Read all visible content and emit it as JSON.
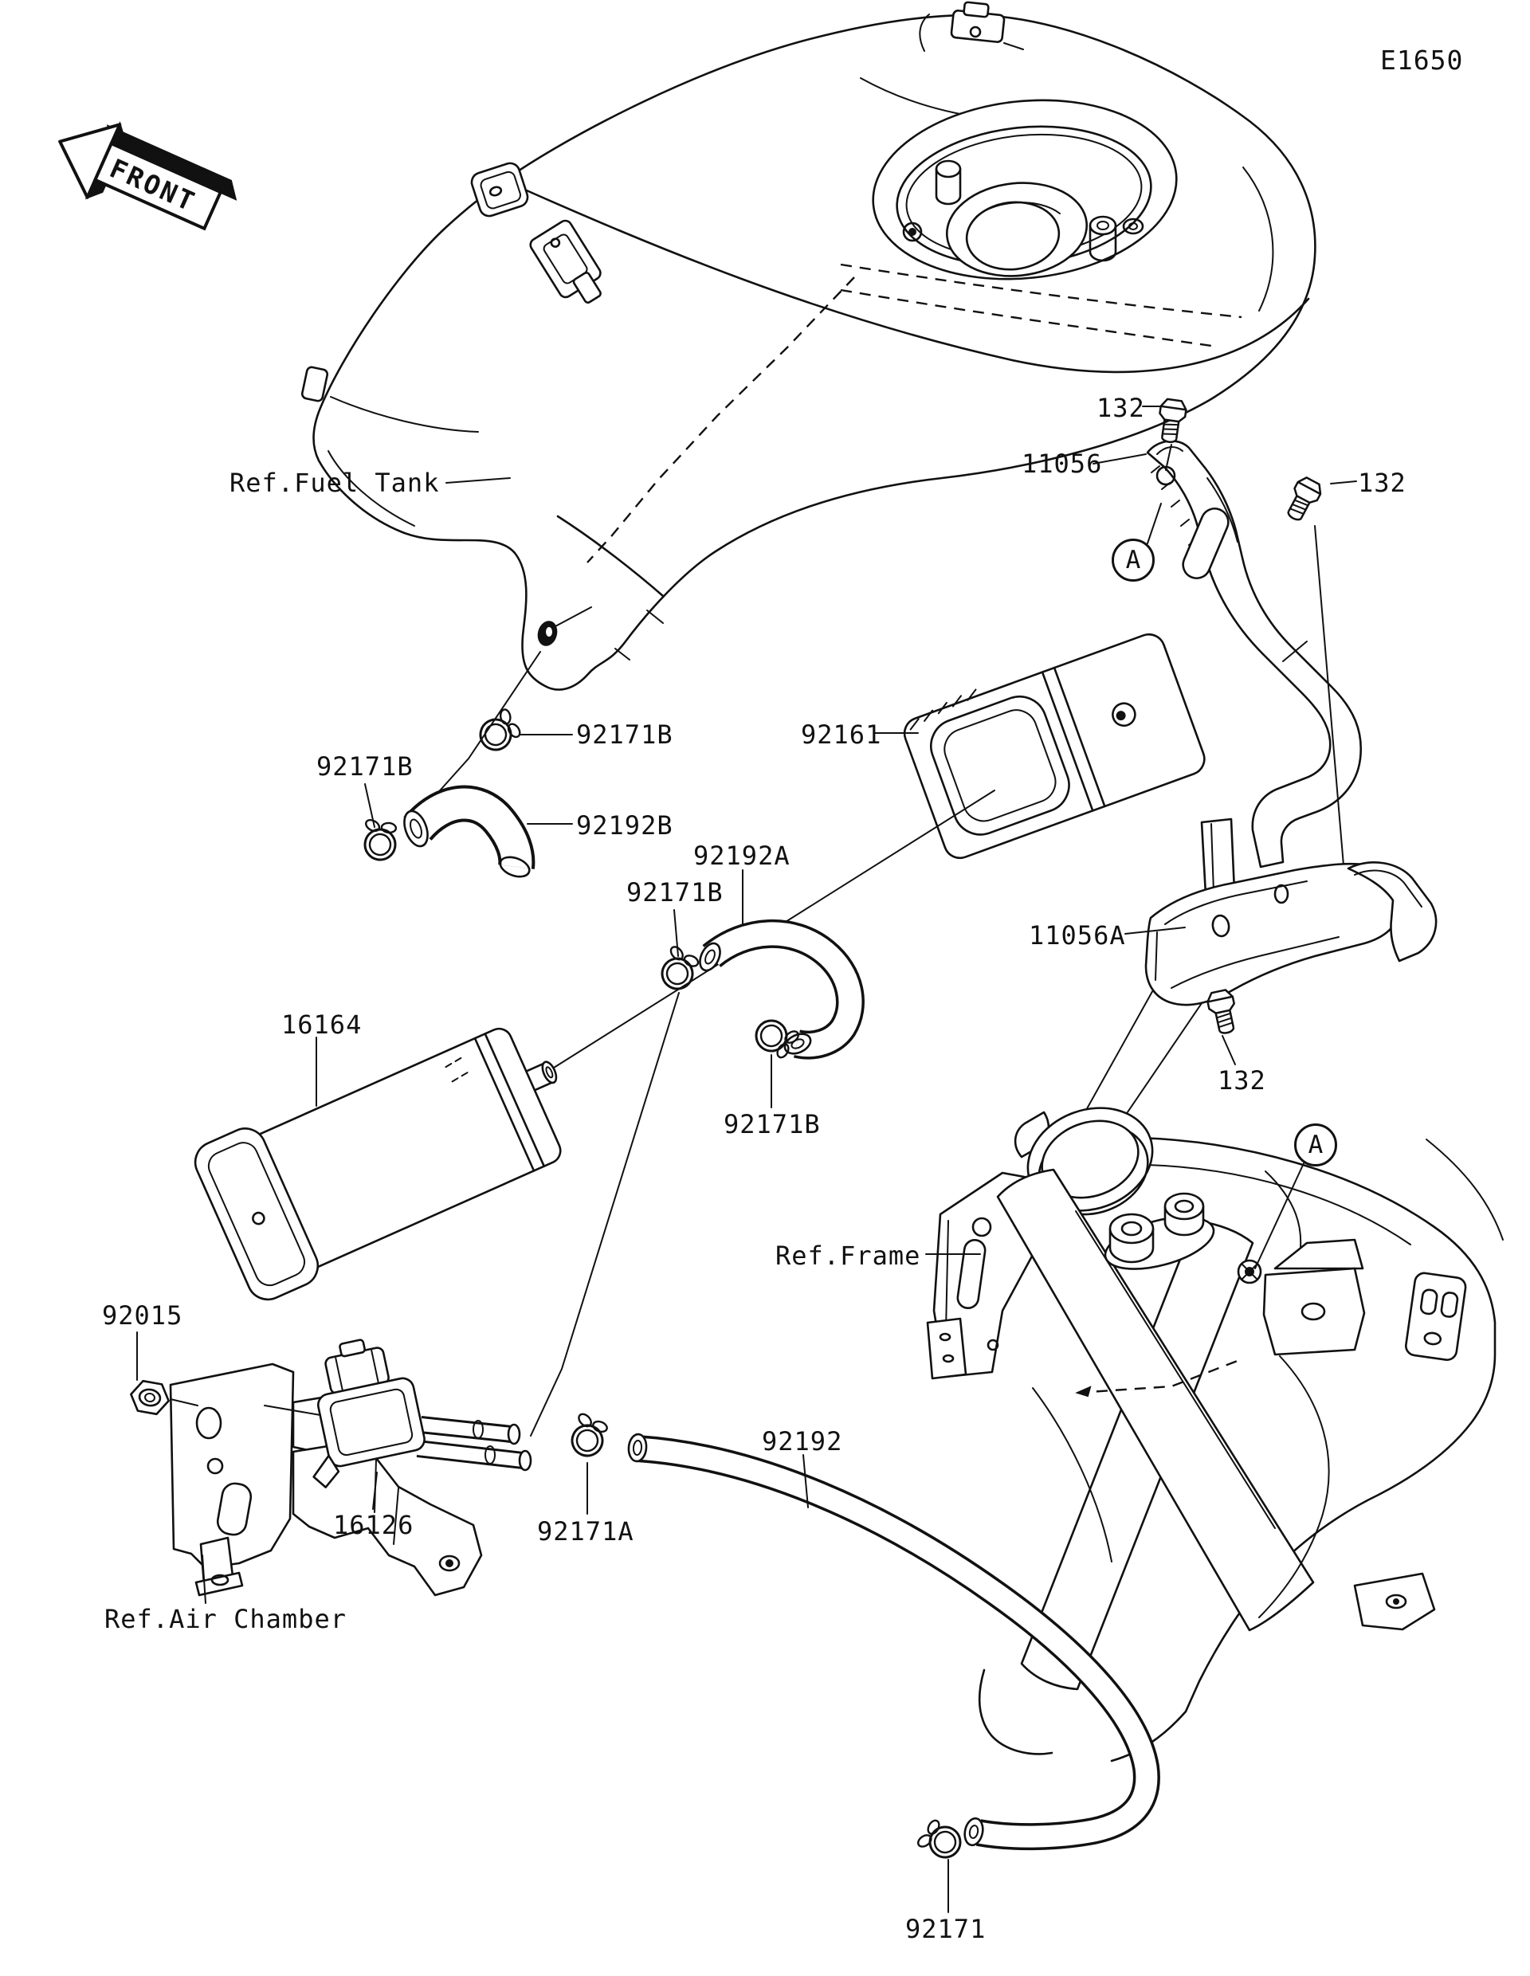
{
  "drawing": {
    "code": "E1650",
    "orientation_marker": "FRONT",
    "detail_view_label": "A",
    "background_color": "#ffffff",
    "line_color": "#111111"
  },
  "references": {
    "fuel_tank": "Ref.Fuel Tank",
    "frame": "Ref.Frame",
    "air_chamber": "Ref.Air Chamber"
  },
  "part_numbers": {
    "p132": "132",
    "p11056": "11056",
    "p11056a": "11056A",
    "p16126": "16126",
    "p16164": "16164",
    "p92015": "92015",
    "p92161": "92161",
    "p92171": "92171",
    "p92171a": "92171A",
    "p92171b": "92171B",
    "p92192": "92192",
    "p92192a": "92192A",
    "p92192b": "92192B"
  },
  "callouts": [
    {
      "text": "132",
      "instances": 3
    },
    {
      "text": "11056",
      "instances": 1
    },
    {
      "text": "11056A",
      "instances": 1
    },
    {
      "text": "16126",
      "instances": 1
    },
    {
      "text": "16164",
      "instances": 1
    },
    {
      "text": "92015",
      "instances": 1
    },
    {
      "text": "92161",
      "instances": 1
    },
    {
      "text": "92171",
      "instances": 1
    },
    {
      "text": "92171A",
      "instances": 1
    },
    {
      "text": "92171B",
      "instances": 4
    },
    {
      "text": "92192",
      "instances": 1
    },
    {
      "text": "92192A",
      "instances": 1
    },
    {
      "text": "92192B",
      "instances": 1
    },
    {
      "text": "A",
      "instances": 2
    }
  ]
}
